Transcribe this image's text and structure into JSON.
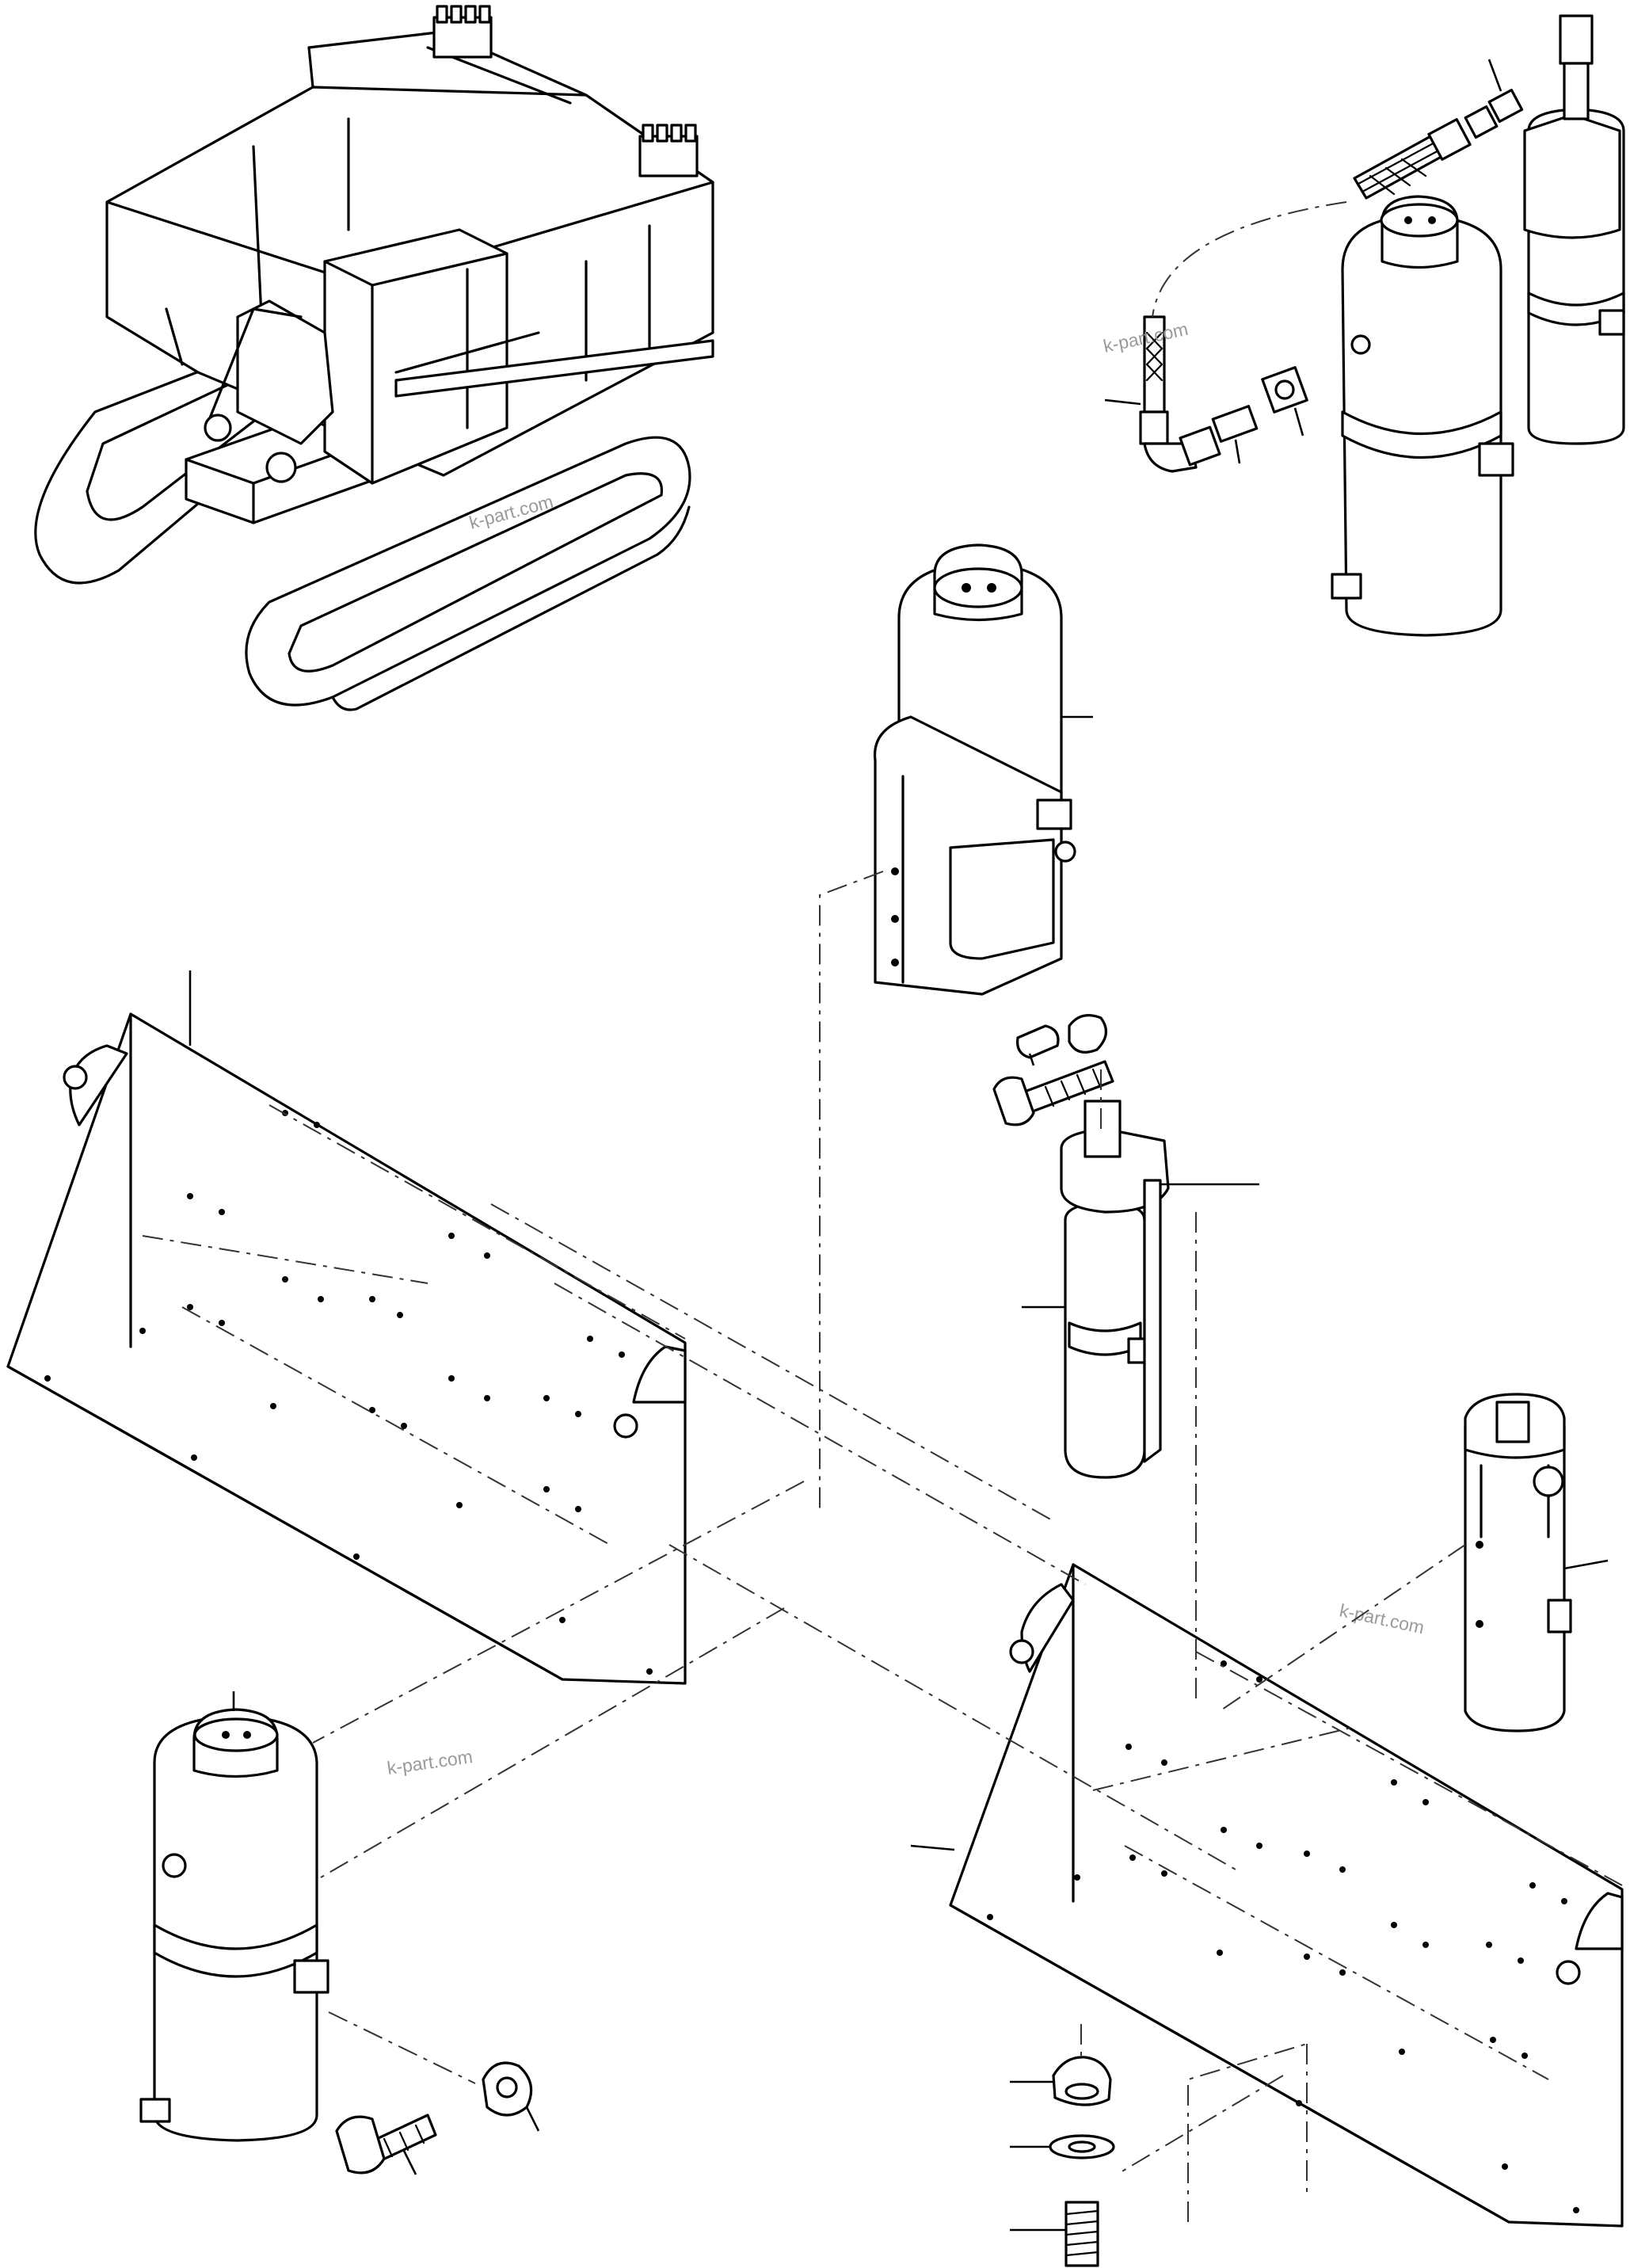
{
  "watermarks": [
    "k-part.com",
    "k-part.com",
    "k-part.com",
    "k-part.com"
  ]
}
